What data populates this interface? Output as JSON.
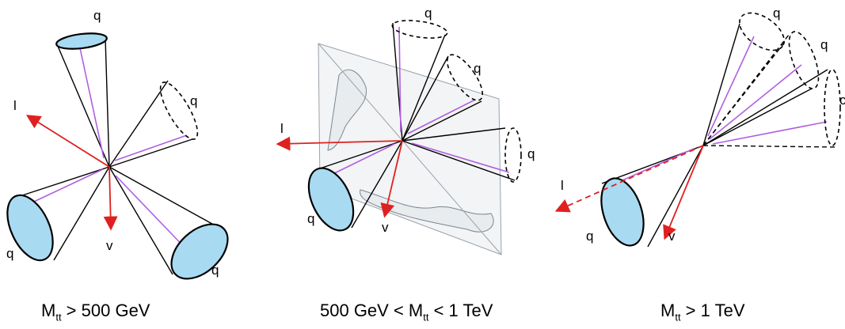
{
  "panels": [
    {
      "quark_label": "q",
      "lepton_label": "l",
      "neutrino_label": "v",
      "caption": {
        "var": "M",
        "sub": "tt",
        "pre": "",
        "post": " > 500 GeV"
      }
    },
    {
      "quark_label": "q",
      "lepton_label": "l",
      "neutrino_label": "v",
      "caption": {
        "var": "M",
        "sub": "tt",
        "pre": "500 GeV < ",
        "post": " < 1 TeV"
      }
    },
    {
      "quark_label": "q",
      "lepton_label": "l",
      "neutrino_label": "v",
      "partial_label": "c",
      "caption": {
        "var": "M",
        "sub": "tt",
        "pre": "",
        "post": " > 1 TeV"
      }
    }
  ],
  "colors": {
    "cone_fill": "#a8daf2",
    "axis": "#b060e0",
    "lepton_neutrino": "#e02020"
  }
}
